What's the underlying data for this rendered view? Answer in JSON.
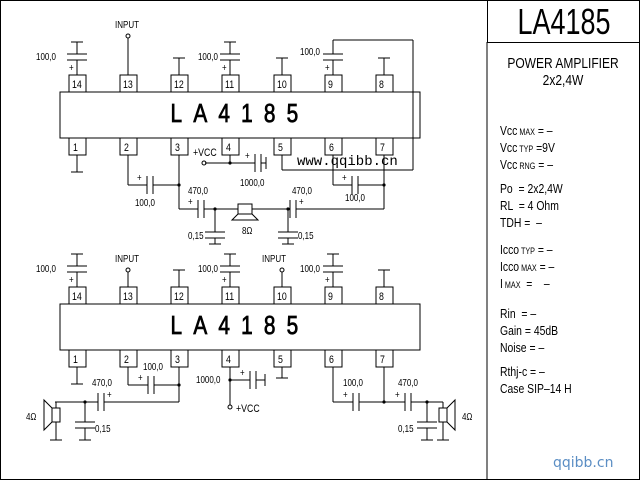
{
  "title": "LA4185",
  "subtitle": [
    "POWER AMPLIFIER",
    "2x2,4W"
  ],
  "chip_label": "LA4185",
  "pins_top": [
    "14",
    "13",
    "12",
    "11",
    "10",
    "9",
    "8"
  ],
  "pins_bottom": [
    "1",
    "2",
    "3",
    "4",
    "5",
    "6",
    "7"
  ],
  "circuit1": {
    "input_label": "INPUT",
    "vcc_label": "+VCC",
    "cap_pin14": "100,0",
    "cap_pin11": "100,0",
    "cap_pin9": "100,0",
    "cap_pin2_3": "100,0",
    "cap_pin4": "1000,0",
    "cap_out_left": "470,0",
    "cap_out_right": "470,0",
    "cap_pin6_7": "100,0",
    "cap_filter_left": "0,15",
    "cap_filter_right": "0,15",
    "speaker": "8Ω"
  },
  "circuit2": {
    "input_label_1": "INPUT",
    "input_label_2": "INPUT",
    "vcc_label": "+VCC",
    "cap_pin14": "100,0",
    "cap_pin11": "100,0",
    "cap_pin9": "100,0",
    "cap_pin2_3": "100,0",
    "cap_pin4": "1000,0",
    "cap_out_left": "470,0",
    "cap_out_right": "470,0",
    "cap_pin6_7": "100,0",
    "cap_filter_left": "0,15",
    "cap_filter_right": "0,15",
    "speaker_left": "4Ω",
    "speaker_right": "4Ω"
  },
  "specs": [
    {
      "main": "Vcc",
      "sub": "MAX",
      "value": " = –"
    },
    {
      "main": "Vcc",
      "sub": "TYP",
      "value": " =9V"
    },
    {
      "main": "Vcc",
      "sub": "RNG",
      "value": " = –"
    },
    {
      "main": "Po",
      "sub": "",
      "value": "  = 2x2,4W"
    },
    {
      "main": "RL",
      "sub": "",
      "value": "  = 4 Ohm"
    },
    {
      "main": "TDH",
      "sub": "",
      "value": " =  –"
    },
    {
      "main": "Icco",
      "sub": "TYP",
      "value": " = –"
    },
    {
      "main": "Icco",
      "sub": "MAX",
      "value": " = –"
    },
    {
      "main": "I",
      "sub": "MAX",
      "value": "  =    –"
    },
    {
      "main": "Rin",
      "sub": "",
      "value": "  = –"
    },
    {
      "main": "Gain",
      "sub": "",
      "value": " = 45dB"
    },
    {
      "main": "Noise",
      "sub": "",
      "value": " = –"
    },
    {
      "main": "Rthj-c",
      "sub": "",
      "value": " = –"
    },
    {
      "main": "Case",
      "sub": "",
      "value": " SIP–14 H"
    }
  ],
  "watermark_inline": "www.qqibb.cn",
  "watermark": "qqibb.cn",
  "colors": {
    "line": "#000000",
    "watermark": "#5b8ec4"
  }
}
